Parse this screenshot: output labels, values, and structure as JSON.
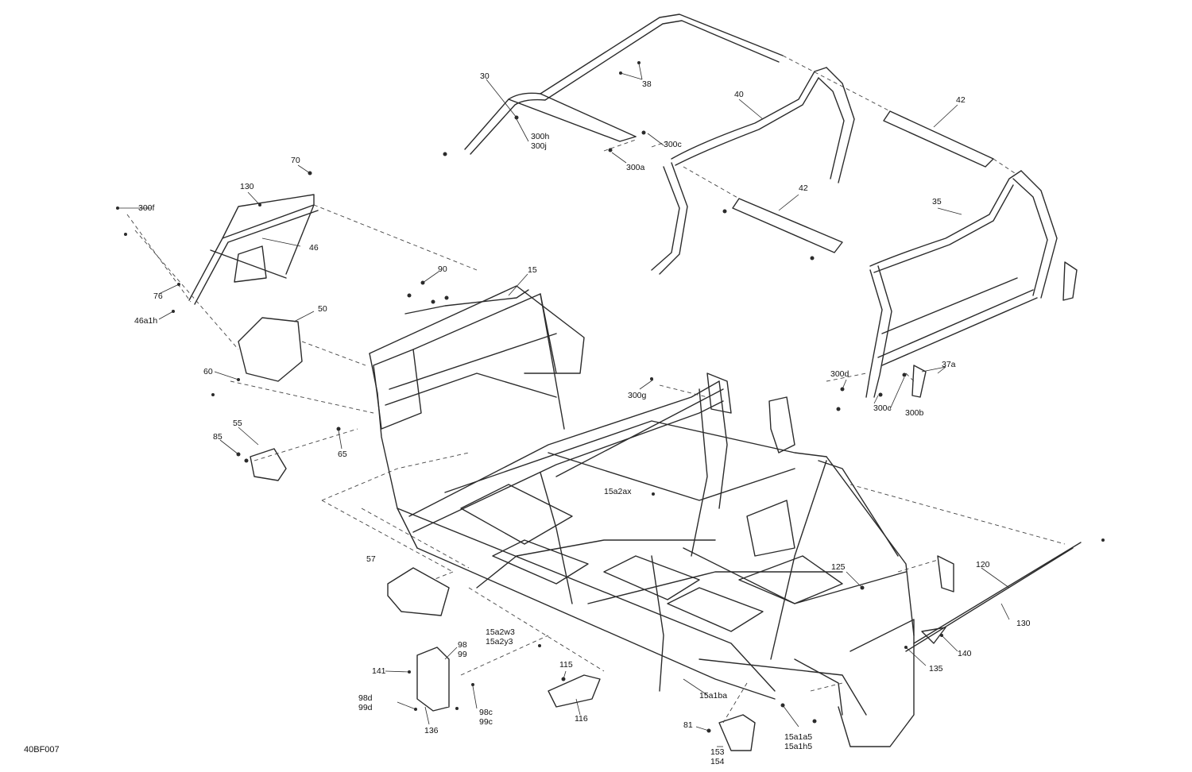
{
  "diagram_id": "40BF007",
  "callouts": [
    {
      "name": "callout-30",
      "lines": [
        "30"
      ]
    },
    {
      "name": "callout-38",
      "lines": [
        "38"
      ]
    },
    {
      "name": "callout-40",
      "lines": [
        "40"
      ]
    },
    {
      "name": "callout-42-rear",
      "lines": [
        "42"
      ]
    },
    {
      "name": "callout-300h-300j",
      "lines": [
        "300h",
        "300j"
      ]
    },
    {
      "name": "callout-300c-top",
      "lines": [
        "300c"
      ]
    },
    {
      "name": "callout-300a",
      "lines": [
        "300a"
      ]
    },
    {
      "name": "callout-42-mid",
      "lines": [
        "42"
      ]
    },
    {
      "name": "callout-35",
      "lines": [
        "35"
      ]
    },
    {
      "name": "callout-70",
      "lines": [
        "70"
      ]
    },
    {
      "name": "callout-130-top",
      "lines": [
        "130"
      ]
    },
    {
      "name": "callout-300f",
      "lines": [
        "300f"
      ]
    },
    {
      "name": "callout-46",
      "lines": [
        "46"
      ]
    },
    {
      "name": "callout-76",
      "lines": [
        "76"
      ]
    },
    {
      "name": "callout-46a1h",
      "lines": [
        "46a1h"
      ]
    },
    {
      "name": "callout-50",
      "lines": [
        "50"
      ]
    },
    {
      "name": "callout-90",
      "lines": [
        "90"
      ]
    },
    {
      "name": "callout-15",
      "lines": [
        "15"
      ]
    },
    {
      "name": "callout-60",
      "lines": [
        "60"
      ]
    },
    {
      "name": "callout-300g",
      "lines": [
        "300g"
      ]
    },
    {
      "name": "callout-300d",
      "lines": [
        "300d"
      ]
    },
    {
      "name": "callout-37a",
      "lines": [
        "37a"
      ]
    },
    {
      "name": "callout-300c-bottom",
      "lines": [
        "300c"
      ]
    },
    {
      "name": "callout-300b",
      "lines": [
        "300b"
      ]
    },
    {
      "name": "callout-55",
      "lines": [
        "55"
      ]
    },
    {
      "name": "callout-85",
      "lines": [
        "85"
      ]
    },
    {
      "name": "callout-65",
      "lines": [
        "65"
      ]
    },
    {
      "name": "callout-15a2ax",
      "lines": [
        "15a2ax"
      ]
    },
    {
      "name": "callout-57",
      "lines": [
        "57"
      ]
    },
    {
      "name": "callout-125",
      "lines": [
        "125"
      ]
    },
    {
      "name": "callout-120",
      "lines": [
        "120"
      ]
    },
    {
      "name": "callout-130-bottom",
      "lines": [
        "130"
      ]
    },
    {
      "name": "callout-98-99",
      "lines": [
        "98",
        "99"
      ]
    },
    {
      "name": "callout-15a2w3-15a2y3",
      "lines": [
        "15a2w3",
        "15a2y3"
      ]
    },
    {
      "name": "callout-141",
      "lines": [
        "141"
      ]
    },
    {
      "name": "callout-115",
      "lines": [
        "115"
      ]
    },
    {
      "name": "callout-140",
      "lines": [
        "140"
      ]
    },
    {
      "name": "callout-135",
      "lines": [
        "135"
      ]
    },
    {
      "name": "callout-98d-99d",
      "lines": [
        "98d",
        "99d"
      ]
    },
    {
      "name": "callout-98c-99c",
      "lines": [
        "98c",
        "99c"
      ]
    },
    {
      "name": "callout-15a1ba",
      "lines": [
        "15a1ba"
      ]
    },
    {
      "name": "callout-136",
      "lines": [
        "136"
      ]
    },
    {
      "name": "callout-116",
      "lines": [
        "116"
      ]
    },
    {
      "name": "callout-81",
      "lines": [
        "81"
      ]
    },
    {
      "name": "callout-15a1a5-15a1h5",
      "lines": [
        "15a1a5",
        "15a1h5"
      ]
    },
    {
      "name": "callout-153-154",
      "lines": [
        "153",
        "154"
      ]
    }
  ]
}
